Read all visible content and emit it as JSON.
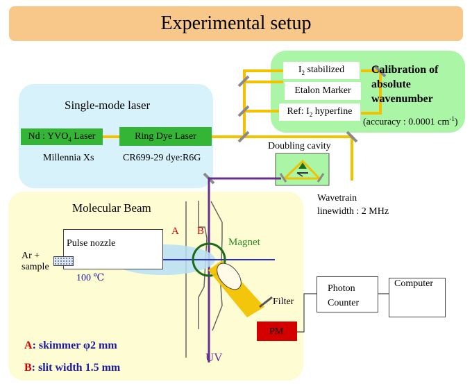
{
  "title": "Experimental setup",
  "laser_section": {
    "label": "Single-mode laser",
    "nd_laser": "Nd : YVO",
    "nd_laser_sub": "4",
    "nd_laser_suffix": " Laser",
    "nd_model": "Millennia Xs",
    "ring_laser": "Ring Dye Laser",
    "ring_model": "CR699-29 dye:R6G"
  },
  "calibration": {
    "i2_prefix": "I",
    "i2_sub": "2",
    "i2_suffix": " stabilized",
    "etalon": "Etalon Marker",
    "ref_prefix": "Ref: I",
    "ref_sub": "2",
    "ref_suffix": " hyperfine",
    "title_line1": "Calibration of",
    "title_line2": "absolute",
    "title_line3": "wavenumber",
    "accuracy_prefix": "(accuracy : 0.0001 cm",
    "accuracy_sup": "-1",
    "accuracy_suffix": ")"
  },
  "doubling_cavity": "Doubling cavity",
  "wavetrain_line1": "Wavetrain",
  "wavetrain_line2": "linewidth : 2 MHz",
  "molecular_beam": {
    "label": "Molecular Beam",
    "pulse_nozzle": "Pulse nozzle",
    "sample_line1": "Ar +",
    "sample_line2": "sample",
    "temperature": "100 ℃",
    "marker_a": "A",
    "marker_b": "B",
    "magnet": "Magnet",
    "filter": "Filter",
    "pm": "PM"
  },
  "photon_counter_line1": "Photon",
  "photon_counter_line2": "Counter",
  "computer": "Computer",
  "uv": "UV",
  "legend": {
    "a_key": "A",
    "a_text": ": skimmer φ2 mm",
    "b_key": "B",
    "b_text": ": slit width 1.5 mm"
  },
  "colors": {
    "title_bg": "#f7c88a",
    "laser_region": "#d7f2fb",
    "calibration_region": "#aaf5a6",
    "beam_region": "#fefcd2",
    "laser_box": "#35b535",
    "yellow_beam": "#f2c200",
    "uv_beam": "#6b2c91",
    "magnet_green": "#1b6b1b",
    "label_red": "#d40000",
    "label_green": "#2a8a2a",
    "legend_blue": "#1a1aa0",
    "pm_box": "#d40000"
  }
}
